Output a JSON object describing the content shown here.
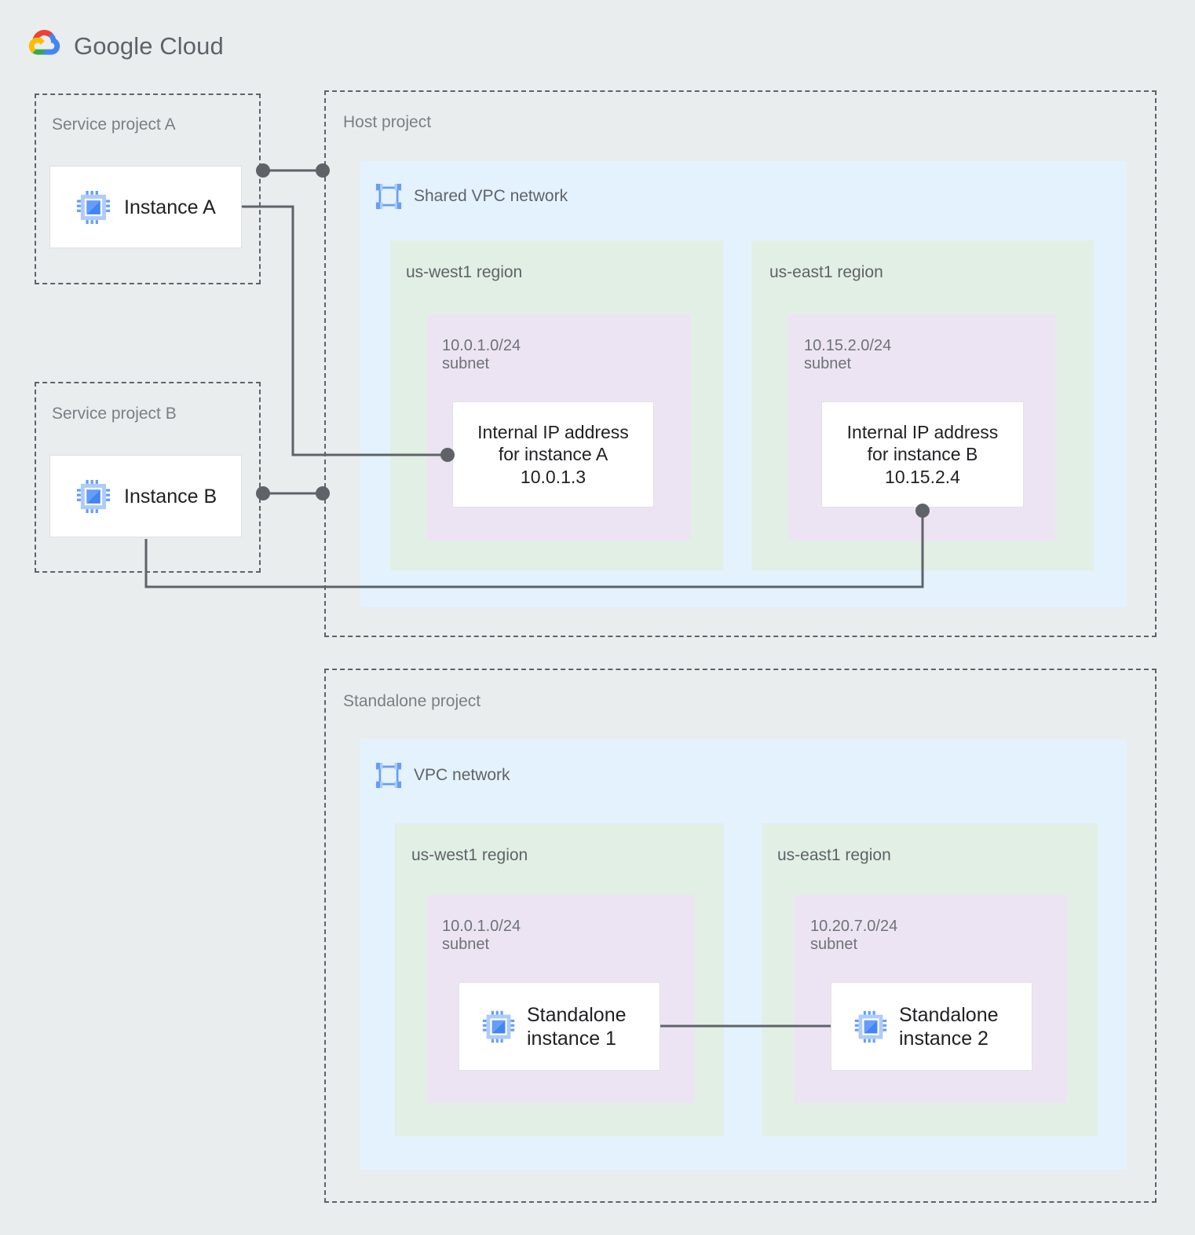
{
  "brand": {
    "logo_icon": "google-cloud-logo-icon",
    "name_primary": "Google",
    "name_secondary": "Cloud"
  },
  "projects": [
    {
      "id": "service-project-a",
      "label": "Service project A"
    },
    {
      "id": "service-project-b",
      "label": "Service project B"
    },
    {
      "id": "host-project",
      "label": "Host project"
    },
    {
      "id": "standalone-project",
      "label": "Standalone project"
    }
  ],
  "service_project_a": {
    "label": "Service project A",
    "instance": {
      "icon": "compute-instance-icon",
      "label": "Instance A"
    }
  },
  "service_project_b": {
    "label": "Service project B",
    "instance": {
      "icon": "compute-instance-icon",
      "label": "Instance B"
    }
  },
  "host_project": {
    "label": "Host project",
    "network": {
      "icon": "vpc-network-icon",
      "title": "Shared VPC network",
      "regions": [
        {
          "label": "us-west1 region",
          "subnet": {
            "cidr": "10.0.1.0/24",
            "kind": "subnet",
            "label": "10.0.1.0/24\nsubnet",
            "resource": {
              "kind": "internal-ip-address",
              "label": "Internal IP address\nfor instance A\n10.0.1.3",
              "ip": "10.0.1.3",
              "for_instance": "instance A"
            }
          }
        },
        {
          "label": "us-east1 region",
          "subnet": {
            "cidr": "10.15.2.0/24",
            "kind": "subnet",
            "label": "10.15.2.0/24\nsubnet",
            "resource": {
              "kind": "internal-ip-address",
              "label": "Internal IP address\nfor instance B\n10.15.2.4",
              "ip": "10.15.2.4",
              "for_instance": "instance B"
            }
          }
        }
      ]
    }
  },
  "standalone_project": {
    "label": "Standalone project",
    "network": {
      "icon": "vpc-network-icon",
      "title": "VPC network",
      "regions": [
        {
          "label": "us-west1 region",
          "subnet": {
            "cidr": "10.0.1.0/24",
            "kind": "subnet",
            "label": "10.0.1.0/24\nsubnet",
            "resource": {
              "kind": "compute-instance",
              "icon": "compute-instance-icon",
              "label": "Standalone\ninstance 1"
            }
          }
        },
        {
          "label": "us-east1 region",
          "subnet": {
            "cidr": "10.20.7.0/24",
            "kind": "subnet",
            "label": "10.20.7.0/24\nsubnet",
            "resource": {
              "kind": "compute-instance",
              "icon": "compute-instance-icon",
              "label": "Standalone\ninstance 2"
            }
          }
        }
      ]
    }
  },
  "connections": [
    {
      "from": "service-project-a",
      "to": "host-project",
      "style": "endpoint-dots"
    },
    {
      "from": "instance-a",
      "to": "internal-ip-instance-a",
      "style": "elbow-dot"
    },
    {
      "from": "service-project-b",
      "to": "host-project",
      "style": "endpoint-dots"
    },
    {
      "from": "instance-b",
      "to": "internal-ip-instance-b",
      "style": "elbow-dot"
    },
    {
      "from": "standalone-instance-1",
      "to": "standalone-instance-2",
      "style": "plain-line"
    }
  ],
  "colors": {
    "page_background": "#e9edee",
    "project_border": "#5f6368",
    "vpc_background": "#e3f2fd",
    "region_background": "#e2efe5",
    "subnet_background": "#ede4f3",
    "card_background": "#ffffff",
    "connector": "#5f6368",
    "label_text": "#5f6368",
    "body_text": "#202124",
    "icon_blue": "#669df6",
    "icon_blue_light": "#aecbfa",
    "logo_red": "#ea4335",
    "logo_blue": "#4285f4",
    "logo_yellow": "#fbbc04",
    "logo_green": "#34a853"
  }
}
